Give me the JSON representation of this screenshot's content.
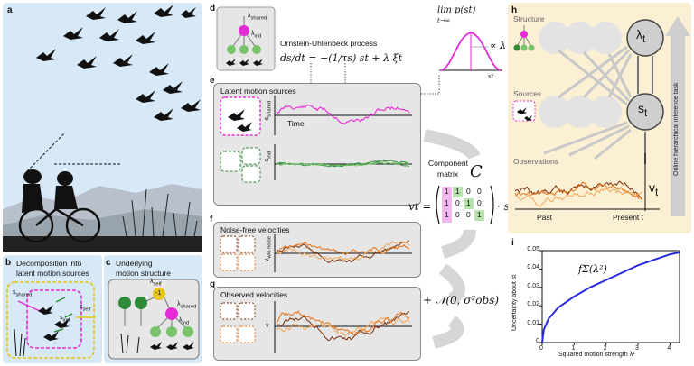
{
  "panel_letters": [
    "a",
    "b",
    "c",
    "d",
    "e",
    "f",
    "g",
    "h",
    "i"
  ],
  "panel_b": {
    "title_line1": "Decomposition into",
    "title_line2": "latent motion sources",
    "s_shared": "s",
    "s_shared_sub": "shared",
    "s_ind": "s",
    "s_ind_sub": "ind",
    "s_self": "s",
    "s_self_sub": "self"
  },
  "panel_c": {
    "title_line1": "Underlying",
    "title_line2": "motion structure",
    "lambda_self": "λ",
    "lambda_self_sub": "self",
    "minus_one": "-1",
    "lambda_shared": "λ",
    "lambda_shared_sub": "shared",
    "lambda_ind": "λ",
    "lambda_ind_sub": "ind"
  },
  "panel_d": {
    "lambda_shared": "λ",
    "lambda_shared_sub": "shared",
    "lambda_ind": "λ",
    "lambda_ind_sub": "ind",
    "process_title": "Ornstein-Uhlenbeck process",
    "equation": "ds/dt = −(1/τs) st + λ ξt",
    "limit_expr": "lim p(st)",
    "limit_sub": "t→∞",
    "proportional": "∝ λ",
    "x_axis": "st"
  },
  "panel_e": {
    "title": "Latent motion sources",
    "y_shared": "s",
    "y_shared_sub": "shared",
    "time_label": "Time",
    "y_ind": "s",
    "y_ind_sub": "ind"
  },
  "component_matrix": {
    "label_line1": "Component",
    "label_line2": "matrix",
    "symbol": "C",
    "lhs": "vt =",
    "rows": [
      [
        "1",
        "1",
        "0",
        "0"
      ],
      [
        "1",
        "0",
        "1",
        "0"
      ],
      [
        "1",
        "0",
        "0",
        "1"
      ]
    ],
    "rhs": "· st"
  },
  "panel_f": {
    "title": "Noise-free velocities",
    "y_label": "v",
    "y_label_sub": "w/o noise"
  },
  "panel_g": {
    "title": "Observed velocities",
    "y_label": "v",
    "noise_term": "+ 𝒩(0, σ²obs)"
  },
  "panel_h": {
    "structure": "Structure",
    "lambda_t": "λ",
    "lambda_t_sub": "t",
    "sources": "Sources",
    "s_t": "s",
    "s_t_sub": "t",
    "observations": "Observations",
    "v_t": "v",
    "v_t_sub": "t",
    "past": "Past",
    "present": "Present t",
    "side_label": "Online hierarchical inference task"
  },
  "panel_i": {
    "function_label": "fΣ(λ²)",
    "y_label": "Uncertainty about st",
    "x_label": "Squared motion strength λ²",
    "x_ticks": [
      "0",
      "1",
      "2",
      "3",
      "4"
    ],
    "y_ticks": [
      "0",
      "0.01",
      "0.02",
      "0.03",
      "0.04",
      "0.05"
    ]
  },
  "chart_data": {
    "type": "line",
    "title": "",
    "xlabel": "Squared motion strength λ²",
    "ylabel": "Uncertainty about st",
    "xlim": [
      0,
      4.3
    ],
    "ylim": [
      0,
      0.05
    ],
    "series": [
      {
        "name": "fΣ(λ²)",
        "x": [
          0,
          0.05,
          0.2,
          0.5,
          1,
          1.5,
          2,
          2.5,
          3,
          3.5,
          4,
          4.3
        ],
        "y": [
          0,
          0.007,
          0.013,
          0.019,
          0.025,
          0.03,
          0.034,
          0.038,
          0.042,
          0.045,
          0.048,
          0.049
        ]
      }
    ]
  },
  "colors": {
    "magenta": "#e62bd6",
    "green_dark": "#2e8b3a",
    "green_light": "#79c36b",
    "orange": "#e5731a",
    "orange_dark": "#7a2e07",
    "grey_box": "#e6e6e6",
    "sky": "#d7e8f6",
    "beige": "#fbf0d4",
    "yellow": "#e6c414"
  }
}
